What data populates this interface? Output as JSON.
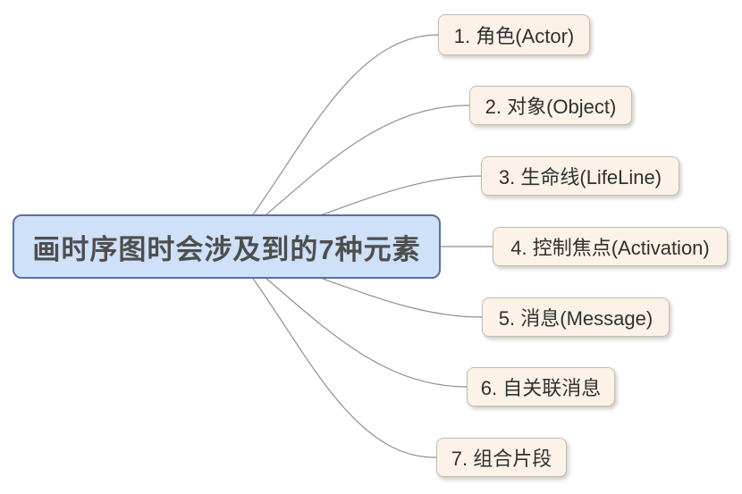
{
  "diagram": {
    "type": "mindmap",
    "root": {
      "label": "画时序图时会涉及到的7种元素"
    },
    "branches": [
      {
        "id": 1,
        "label": "1. 角色(Actor)"
      },
      {
        "id": 2,
        "label": "2. 对象(Object)"
      },
      {
        "id": 3,
        "label": "3. 生命线(LifeLine)"
      },
      {
        "id": 4,
        "label": "4. 控制焦点(Activation)"
      },
      {
        "id": 5,
        "label": "5. 消息(Message)"
      },
      {
        "id": 6,
        "label": "6. 自关联消息"
      },
      {
        "id": 7,
        "label": "7. 组合片段"
      }
    ],
    "colors": {
      "background": "#ffffff",
      "root_fill": "#cfe0f9",
      "root_border": "#5b6f9e",
      "root_text": "#4e4e4e",
      "branch_fill": "#fdf2e7",
      "branch_border": "#c3bab0",
      "branch_text": "#303030",
      "connector": "#8f8f8f"
    }
  }
}
